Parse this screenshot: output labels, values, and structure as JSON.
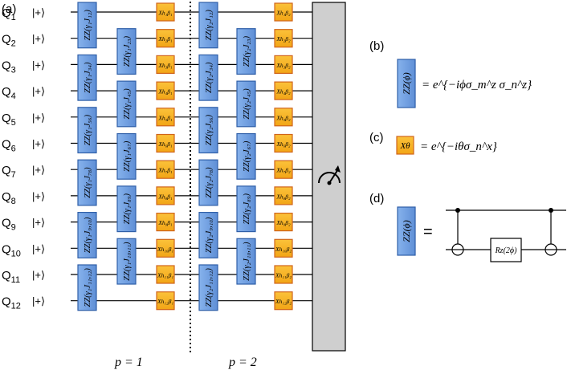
{
  "panel_labels": {
    "a": "(a)",
    "b": "(b)",
    "c": "(c)",
    "d": "(d)"
  },
  "qubits": [
    {
      "label": "Q",
      "sub": "1",
      "state": "|+⟩"
    },
    {
      "label": "Q",
      "sub": "2",
      "state": "|+⟩"
    },
    {
      "label": "Q",
      "sub": "3",
      "state": "|+⟩"
    },
    {
      "label": "Q",
      "sub": "4",
      "state": "|+⟩"
    },
    {
      "label": "Q",
      "sub": "5",
      "state": "|+⟩"
    },
    {
      "label": "Q",
      "sub": "6",
      "state": "|+⟩"
    },
    {
      "label": "Q",
      "sub": "7",
      "state": "|+⟩"
    },
    {
      "label": "Q",
      "sub": "8",
      "state": "|+⟩"
    },
    {
      "label": "Q",
      "sub": "9",
      "state": "|+⟩"
    },
    {
      "label": "Q",
      "sub": "10",
      "state": "|+⟩"
    },
    {
      "label": "Q",
      "sub": "11",
      "state": "|+⟩"
    },
    {
      "label": "Q",
      "sub": "12",
      "state": "|+⟩"
    }
  ],
  "layers": [
    {
      "p_label": "p = 1",
      "zz_col1": [
        "ZZ(γ₁J₁₂)",
        "ZZ(γ₁J₃₄)",
        "ZZ(γ₁J₅₆)",
        "ZZ(γ₁J₇₈)",
        "ZZ(γ₁J₉,₁₀)",
        "ZZ(γ₁J₁₁,₁₂)"
      ],
      "zz_col2": [
        "ZZ(γ₁J₂₃)",
        "ZZ(γ₁J₄₅)",
        "ZZ(γ₁J₆₇)",
        "ZZ(γ₁J₈₉)",
        "ZZ(γ₁J₁₀,₁₁)"
      ],
      "x_gates": [
        "Xh₁β₁",
        "Xh₂β₁",
        "Xh₃β₁",
        "Xh₄β₁",
        "Xh₅β₁",
        "Xh₆β₁",
        "Xh₇β₁",
        "Xh₈β₁",
        "Xh₉β₁",
        "Xh₁₀β₁",
        "Xh₁₁β₁",
        "Xh₁₂β₁"
      ]
    },
    {
      "p_label": "p = 2",
      "zz_col1": [
        "ZZ(γ₂J₁₂)",
        "ZZ(γ₂J₃₄)",
        "ZZ(γ₂J₅₆)",
        "ZZ(γ₂J₇₈)",
        "ZZ(γ₂J₉,₁₀)",
        "ZZ(γ₂J₁₁,₁₂)"
      ],
      "zz_col2": [
        "ZZ(γ₂J₂₃)",
        "ZZ(γ₂J₄₅)",
        "ZZ(γ₂J₆₇)",
        "ZZ(γ₂J₈₉)",
        "ZZ(γ₂J₁₀,₁₁)"
      ],
      "x_gates": [
        "Xh₁β₂",
        "Xh₂β₂",
        "Xh₃β₂",
        "Xh₄β₂",
        "Xh₅β₂",
        "Xh₆β₂",
        "Xh₇β₂",
        "Xh₈β₂",
        "Xh₉β₂",
        "Xh₁₀β₂",
        "Xh₁₁β₂",
        "Xh₁₂β₂"
      ]
    }
  ],
  "legend_b": {
    "gate": "ZZ(ϕ)",
    "equation": "= e^{−iϕσ_m^z σ_n^z}"
  },
  "legend_c": {
    "gate": "Xθ",
    "equation": "= e^{−iθσ_n^x}"
  },
  "legend_d": {
    "gate": "ZZ(ϕ)",
    "equals": "=",
    "rz_gate": "Rz(2ϕ)"
  },
  "colors": {
    "zz_fill": "#6f9fe0",
    "zz_stroke": "#2f5fa8",
    "x_fill": "#f5b320",
    "x_stroke": "#d0641b",
    "measure_fill": "#cfcfcf",
    "wire": "#000000"
  }
}
